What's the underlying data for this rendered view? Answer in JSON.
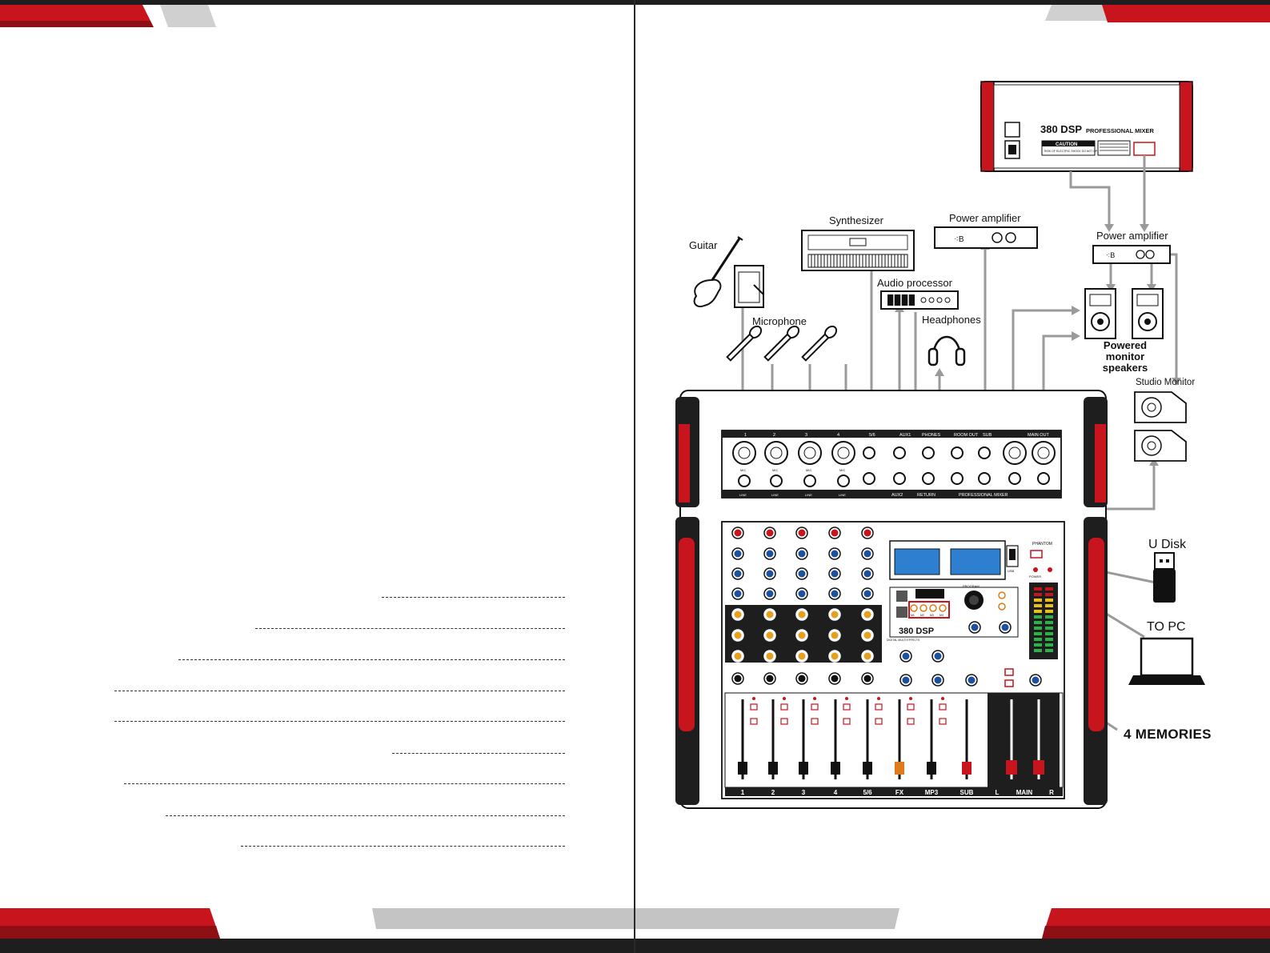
{
  "brand_colors": {
    "accent": "#c8141c",
    "dark": "#1e1e1e",
    "grey": "#bdbdbd"
  },
  "left_page": {
    "dotted_line_count": 9
  },
  "right_page": {
    "rear_panel": {
      "model": "380 DSP",
      "subtitle": "PROFESSIONAL MIXER",
      "caution": "CAUTION",
      "caution_sub": "RISK OF ELECTRIC SHOCK DO NOT OPEN"
    },
    "devices": {
      "guitar": "Guitar",
      "synthesizer": "Synthesizer",
      "power_amp_1": "Power amplifier",
      "power_amp_2": "Power amplifier",
      "audio_processor": "Audio processor",
      "microphone": "Microphone",
      "headphones": "Headphones",
      "powered_monitor": "Powered monitor speakers",
      "studio_monitor": "Studio Monitor",
      "u_disk": "U Disk",
      "to_pc": "TO PC",
      "memories": "4 MEMORIES"
    },
    "mixer": {
      "top_jacks": [
        "1",
        "2",
        "3",
        "4",
        "5/6",
        "AUX1",
        "PHONES",
        "ROOM OUT",
        "SUB",
        "MAIN OUT"
      ],
      "bottom_labels": [
        "AUX2",
        "RETURN",
        "PROFESSIONAL MIXER"
      ],
      "mic_label": "MIC",
      "line_label": "LINE",
      "fx_badge": "380 DSP",
      "fx_sub": "DIGITAL MULTI EFFECTS",
      "memory_buttons": [
        "M1",
        "M2",
        "M3",
        "M4"
      ],
      "program_label": "PROGRAM",
      "phantom_label": "PHANTOM",
      "power_label": "POWER",
      "usb_label": "USB",
      "channel_labels": [
        "1",
        "2",
        "3",
        "4",
        "5/6",
        "FX",
        "MP3",
        "SUB"
      ],
      "main_label": "MAIN",
      "main_l": "L",
      "main_r": "R"
    }
  }
}
